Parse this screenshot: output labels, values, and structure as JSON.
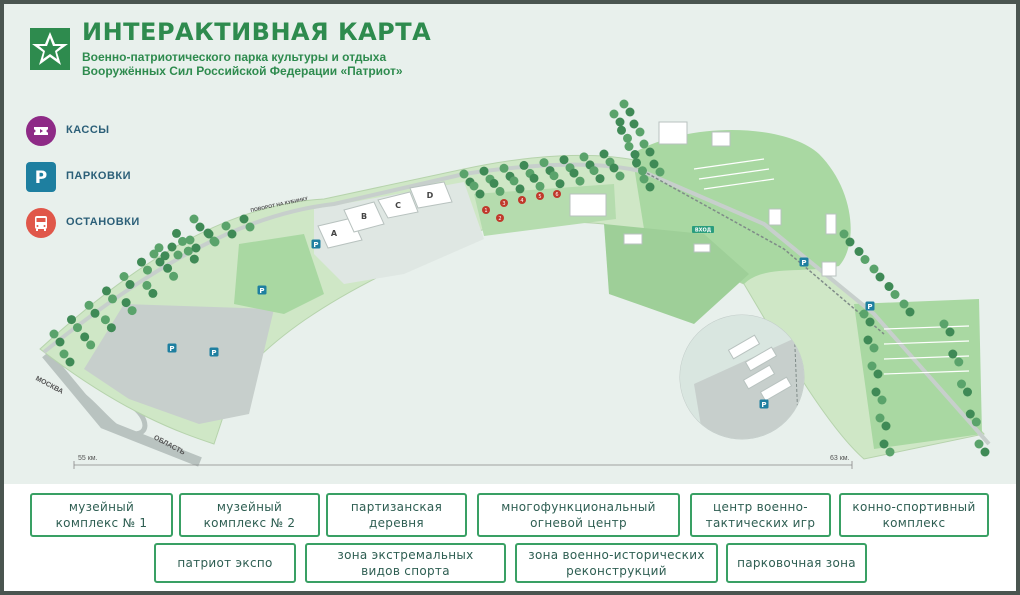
{
  "header": {
    "title": "ИНТЕРАКТИВНАЯ КАРТА",
    "subtitle_line1": "Военно-патриотического парка культуры и отдыха",
    "subtitle_line2": "Вооружённых Сил Российской Федерации «Патриот»"
  },
  "legend": [
    {
      "label": "КАССЫ",
      "icon": "ticket-icon",
      "color": "#8e2a86"
    },
    {
      "label": "ПАРКОВКИ",
      "icon": "parking-icon",
      "color": "#1e7fa0"
    },
    {
      "label": "ОСТАНОВКИ",
      "icon": "bus-icon",
      "color": "#e0574a"
    }
  ],
  "map": {
    "pavilions": [
      "A",
      "B",
      "C",
      "D"
    ],
    "parking_marker": "P",
    "road_labels": [
      "МОСКВА",
      "ОБЛАСТЬ",
      "ПОВОРОТ НА КУБИНКУ"
    ],
    "distance_left": "55 км.",
    "distance_right": "63 км.",
    "sector_numbers": [
      "1",
      "2",
      "3",
      "4",
      "5",
      "6"
    ],
    "gate_label": "ВХОД"
  },
  "zones": [
    {
      "label": "музейный\nкомплекс № 1"
    },
    {
      "label": "музейный\nкомплекс № 2"
    },
    {
      "label": "партизанская\nдеревня"
    },
    {
      "label": "многофункциональный\nогневой центр"
    },
    {
      "label": "центр военно-\nтактических игр"
    },
    {
      "label": "конно-спортивный\nкомплекс"
    },
    {
      "label": "патриот  экспо"
    },
    {
      "label": "зона экстремальных\nвидов спорта"
    },
    {
      "label": "зона военно-исторических\nреконструкций"
    },
    {
      "label": "парковочная зона"
    }
  ],
  "colors": {
    "brand_green": "#2e8b4e",
    "park_green": "#a9d8a2",
    "light_green": "#c6e6be",
    "tree_green": "#3f8a56",
    "road_grey": "#c7cfcc",
    "ticket": "#8e2a86",
    "parking": "#1e7fa0",
    "bus": "#e0574a"
  }
}
